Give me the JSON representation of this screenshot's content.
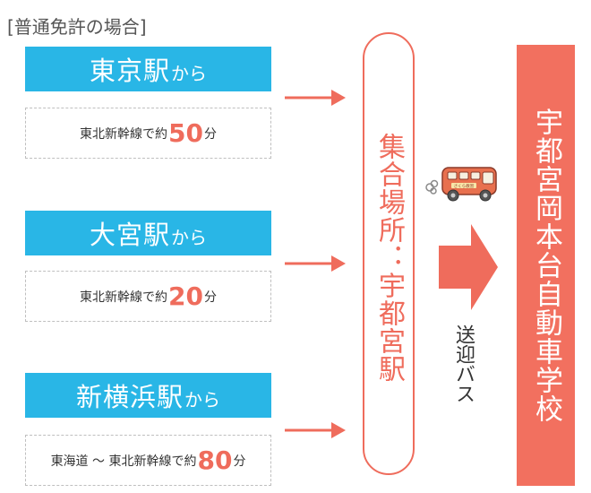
{
  "heading": "[普通免許の場合]",
  "routes": [
    {
      "station": "東京駅",
      "suffix": "から",
      "line": "東北新幹線で約",
      "minutes": "50",
      "unit": "分"
    },
    {
      "station": "大宮駅",
      "suffix": "から",
      "line": "東北新幹線で約",
      "minutes": "20",
      "unit": "分"
    },
    {
      "station": "新横浜駅",
      "suffix": "から",
      "line": "東海道 〜 東北新幹線で約",
      "minutes": "80",
      "unit": "分"
    }
  ],
  "meeting_point": "集合場所：宇都宮駅",
  "shuttle": "送迎バス",
  "bus_sign": "さくら教習",
  "destination": "宇都宮岡本台自動車学校",
  "colors": {
    "station_blue": "#29b6e6",
    "accent": "#ef6c5c",
    "school": "#f2705f"
  },
  "icons": {
    "bus": "bus-icon",
    "exhaust": "exhaust-puff-icon",
    "arrow": "right-arrow-icon"
  }
}
